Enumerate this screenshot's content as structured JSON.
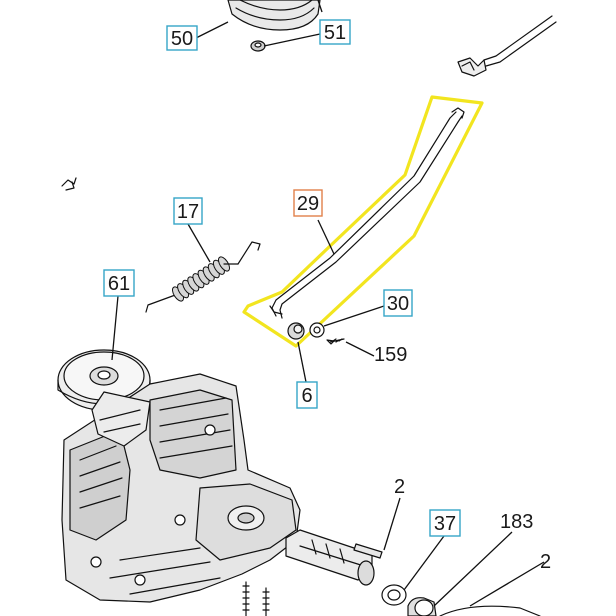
{
  "diagram": {
    "highlight_color": "#f2e51f",
    "callout_box_color": "#35a6c7",
    "selected_callout_color": "#e0804a",
    "callouts": {
      "c50": "50",
      "c51": "51",
      "c17": "17",
      "c29": "29",
      "c61": "61",
      "c30": "30",
      "c159": "159",
      "c6": "6",
      "c2": "2",
      "c37": "37",
      "c183": "183",
      "c2x": "2"
    },
    "selected_part": "29"
  }
}
